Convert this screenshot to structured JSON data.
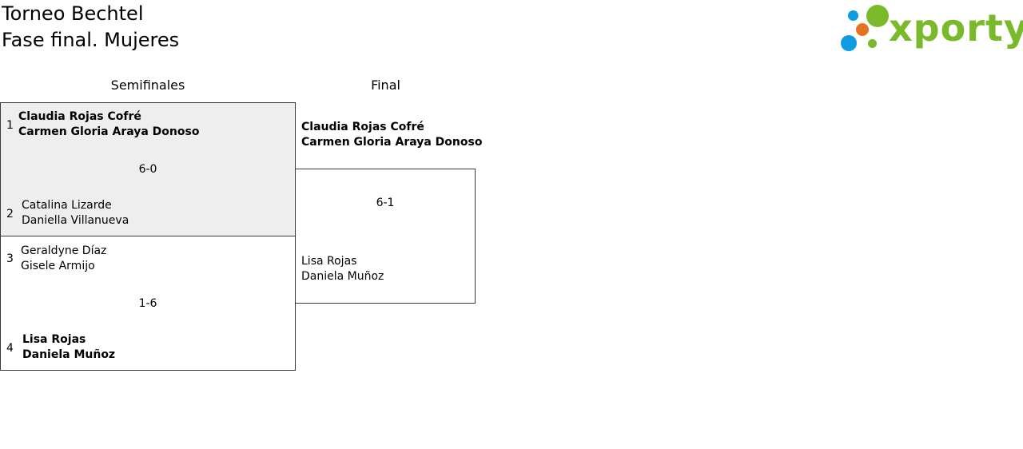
{
  "header": {
    "line1": "Torneo Bechtel",
    "line2": "Fase final. Mujeres"
  },
  "logo": {
    "text": "xporty",
    "colors": {
      "green": "#7ab929",
      "blue": "#0e9be2",
      "orange": "#e5731f"
    }
  },
  "rounds": {
    "semis_title": "Semifinales",
    "final_title": "Final"
  },
  "semifinal1": {
    "top": {
      "seed": "1",
      "p1": "Claudia Rojas Cofré",
      "p2": "Carmen Gloria Araya Donoso"
    },
    "score": "6-0",
    "bottom": {
      "seed": "2",
      "p1": "Catalina Lizarde",
      "p2": "Daniella Villanueva"
    }
  },
  "semifinal2": {
    "top": {
      "seed": "3",
      "p1": "Geraldyne Díaz",
      "p2": "Gisele Armijo"
    },
    "score": "1-6",
    "bottom": {
      "seed": "4",
      "p1": "Lisa Rojas",
      "p2": "Daniela Muñoz"
    }
  },
  "final": {
    "top": {
      "p1": "Claudia Rojas Cofré",
      "p2": "Carmen Gloria Araya Donoso"
    },
    "score": "6-1",
    "bottom": {
      "p1": "Lisa Rojas",
      "p2": "Daniela Muñoz"
    }
  }
}
